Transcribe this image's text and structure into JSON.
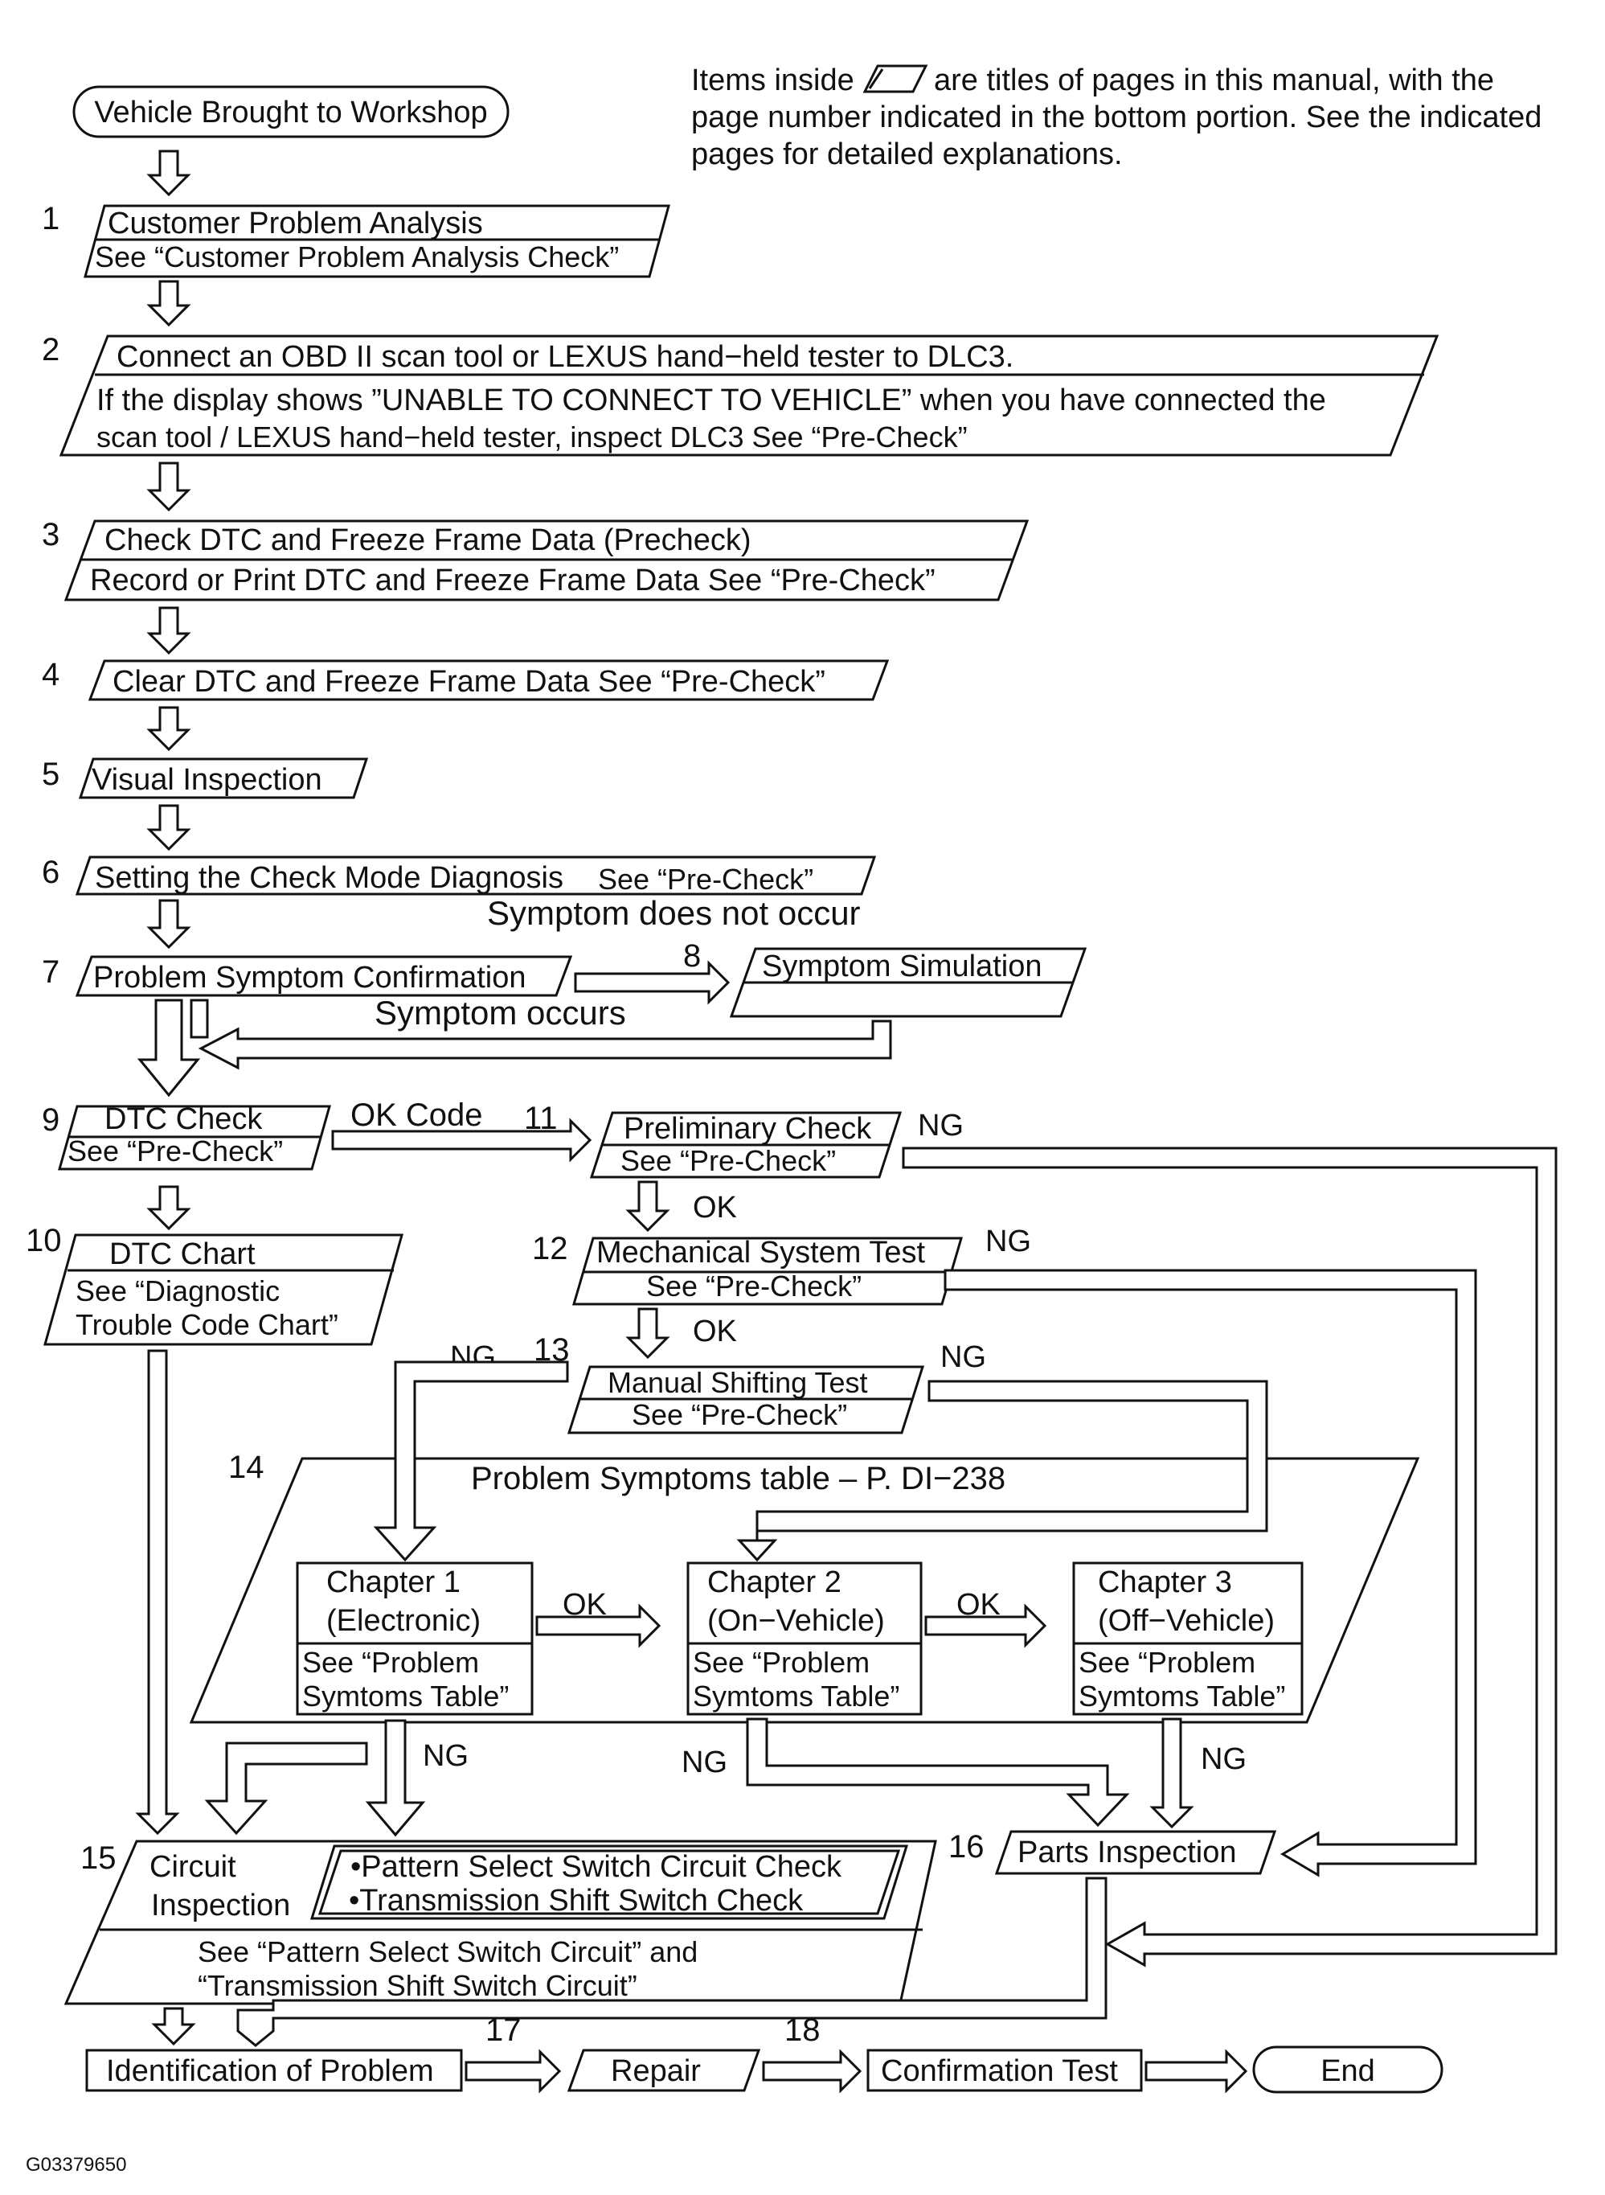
{
  "note": {
    "line1_a": "Items inside",
    "line1_b": "are titles of pages in this manual, with the",
    "line2": "page number indicated in the bottom portion. See the indicated",
    "line3": "pages for detailed explanations."
  },
  "start": "Vehicle Brought to Workshop",
  "steps": {
    "s1": {
      "num": "1",
      "title": "Customer Problem Analysis",
      "ref": "See “Customer Problem Analysis Check”"
    },
    "s2": {
      "num": "2",
      "title": "Connect an OBD II scan tool or LEXUS hand−held tester to DLC3.",
      "detail1": "If the display shows ”UNABLE TO CONNECT TO VEHICLE” when you have connected the",
      "detail2": "scan tool / LEXUS hand−held tester, inspect DLC3  See “Pre-Check”"
    },
    "s3": {
      "num": "3",
      "title": "Check DTC and Freeze Frame Data (Precheck)",
      "ref": "Record or Print DTC and Freeze Frame Data See “Pre-Check”"
    },
    "s4": {
      "num": "4",
      "title": "Clear DTC and Freeze Frame Data See “Pre-Check”"
    },
    "s5": {
      "num": "5",
      "title": "Visual Inspection"
    },
    "s6": {
      "num": "6",
      "title": "Setting the Check Mode Diagnosis",
      "ref": "See “Pre-Check”"
    },
    "s7": {
      "num": "7",
      "title": "Problem Symptom Confirmation"
    },
    "s8": {
      "num": "8",
      "title": "Symptom Simulation"
    },
    "s9": {
      "num": "9",
      "title": "DTC Check",
      "ref": "See “Pre-Check”"
    },
    "s10": {
      "num": "10",
      "title": "DTC Chart",
      "ref1": "See “Diagnostic",
      "ref2": "Trouble Code Chart”"
    },
    "s11": {
      "num": "11",
      "title": "Preliminary Check",
      "ref": "See “Pre-Check”"
    },
    "s12": {
      "num": "12",
      "title": "Mechanical System Test",
      "ref": "See “Pre-Check”"
    },
    "s13": {
      "num": "13",
      "title": "Manual Shifting Test",
      "ref": "See “Pre-Check”"
    },
    "s14": {
      "num": "14",
      "title": "Problem Symptoms table – P. DI−238"
    },
    "s15": {
      "num": "15",
      "title1": "Circuit",
      "title2": "Inspection",
      "check1": "•Pattern Select Switch Circuit Check",
      "check2": "•Transmission Shift Switch Check",
      "ref1": "See “Pattern Select Switch Circuit” and",
      "ref2": "“Transmission Shift Switch Circuit”"
    },
    "s16": {
      "num": "16",
      "title": "Parts Inspection"
    },
    "s17": {
      "num": "17",
      "title": "Repair"
    },
    "s18": {
      "num": "18",
      "title": "Confirmation Test"
    }
  },
  "chapters": [
    {
      "title1": "Chapter 1",
      "title2": "(Electronic)",
      "ref1": "See “Problem",
      "ref2": "Symtoms Table”"
    },
    {
      "title1": "Chapter 2",
      "title2": "(On−Vehicle)",
      "ref1": "See “Problem",
      "ref2": "Symtoms Table”"
    },
    {
      "title1": "Chapter 3",
      "title2": "(Off−Vehicle)",
      "ref1": "See “Problem",
      "ref2": "Symtoms Table”"
    }
  ],
  "identification": "Identification of Problem",
  "end": "End",
  "labels": {
    "symptom_not_occur": "Symptom does not occur",
    "symptom_occurs": "Symptom occurs",
    "ok_code": "OK Code",
    "ok": "OK",
    "ng": "NG"
  },
  "figure_id": "G03379650"
}
